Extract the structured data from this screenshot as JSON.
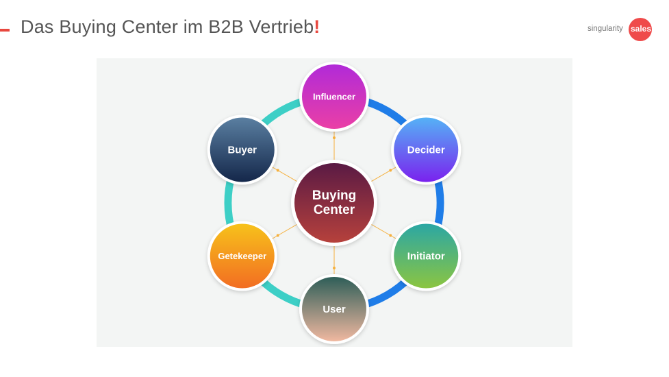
{
  "slide": {
    "title": "Das Buying Center im B2B Vertrieb",
    "title_mark": "!",
    "accent_color": "#e8483f"
  },
  "logo": {
    "word": "singularity",
    "badge": "sales",
    "badge_color": "#ef4b4b"
  },
  "diagram": {
    "center": {
      "line1": "Buying",
      "line2": "Center",
      "colors": [
        "#5a1a44",
        "#b6413c"
      ]
    },
    "roles": [
      {
        "label": "Influencer",
        "colors": [
          "#b12ad8",
          "#ea3fa6"
        ]
      },
      {
        "label": "Decider",
        "colors": [
          "#55b2f6",
          "#7a22ee"
        ]
      },
      {
        "label": "Initiator",
        "colors": [
          "#2ba7a4",
          "#8bc541"
        ]
      },
      {
        "label": "User",
        "colors": [
          "#2e5e58",
          "#f0b8a0"
        ]
      },
      {
        "label": "Getekeeper",
        "colors": [
          "#f7c21b",
          "#f26d22"
        ]
      },
      {
        "label": "Buyer",
        "colors": [
          "#5a7fa1",
          "#14274a"
        ]
      }
    ],
    "ring_colors": {
      "blue": "#1f7de8",
      "teal": "#3dcfc6"
    },
    "connector_color": "#f5b03e"
  }
}
